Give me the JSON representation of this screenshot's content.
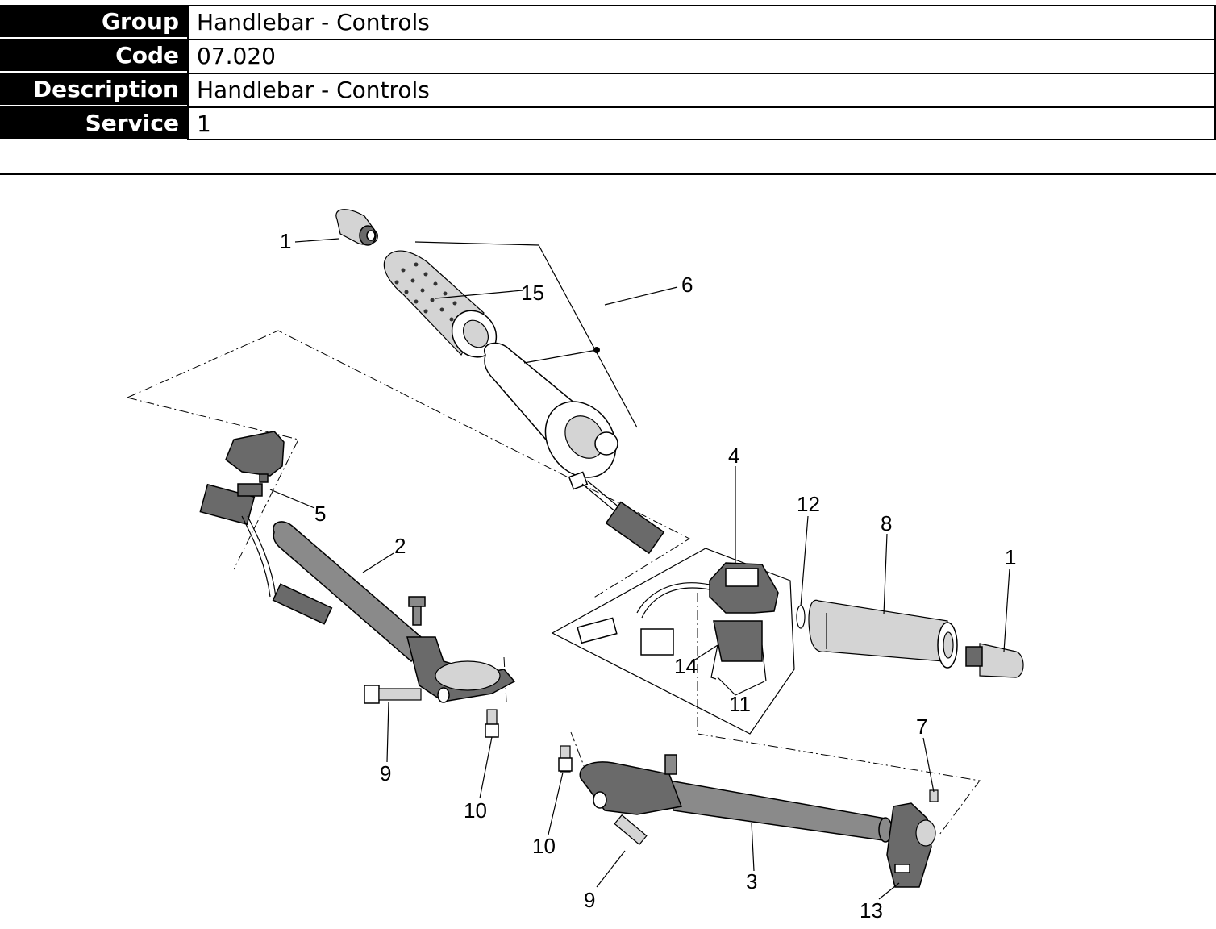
{
  "info": {
    "group_label": "Group",
    "group_value": "Handlebar - Controls",
    "code_label": "Code",
    "code_value": "07.020",
    "description_label": "Description",
    "description_value": "Handlebar - Controls",
    "service_label": "Service",
    "service_value": "1"
  },
  "callouts": {
    "c1a": "1",
    "c15": "15",
    "c6": "6",
    "c4": "4",
    "c12": "12",
    "c8": "8",
    "c1b": "1",
    "c5": "5",
    "c2": "2",
    "c14": "14",
    "c11": "11",
    "c7": "7",
    "c9a": "9",
    "c10a": "10",
    "c10b": "10",
    "c9b": "9",
    "c3": "3",
    "c13": "13"
  }
}
